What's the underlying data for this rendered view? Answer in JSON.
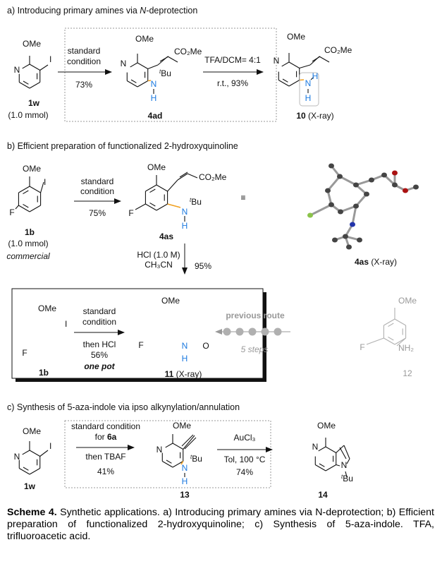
{
  "sections": {
    "a": {
      "title": "a) Introducing primary amines via N-deprotection",
      "title_plain": "a) Introducing primary amines via ",
      "title_italic": "N",
      "title_rest": "-deprotection",
      "sm_label": "1w",
      "sm_amount": "(1.0 mmol)",
      "step1": {
        "line1": "standard",
        "line2": "condition",
        "yield": "73%"
      },
      "int_label": "4ad",
      "step2": {
        "top": "TFA/DCM= 4:1",
        "bottom": "r.t., 93%"
      },
      "product_label": "10",
      "product_note": "(X-ray)"
    },
    "b": {
      "title": "b) Efficient preparation of functionalized 2-hydroxyquinoline",
      "sm_label": "1b",
      "sm_amount": "(1.0 mmol)",
      "sm_note": "commercial",
      "step1": {
        "line1": "standard",
        "line2": "condition",
        "yield": "75%"
      },
      "int_label": "4as",
      "equiv": "≡",
      "xray_label": "4as (X-ray)",
      "step2": {
        "line1": "HCl (1.0 M)",
        "line2": "CH₃CN",
        "yield": "95%"
      },
      "box": {
        "sm_label": "1b",
        "line1": "standard",
        "line2": "condition",
        "line3": "then HCl",
        "yield": "56%",
        "note": "one pot",
        "product_label": "11",
        "product_note": "(X-ray)"
      },
      "previous": {
        "label": "previous route",
        "steps": "5 steps",
        "sm_label": "12"
      }
    },
    "c": {
      "title": "c) Synthesis of 5-aza-indole via ipso alkynylation/annulation",
      "sm_label": "1w",
      "step1": {
        "line1": "standard condition",
        "line2_plain": "for ",
        "line2_bold": "6a",
        "line3": "then TBAF",
        "yield": "41%"
      },
      "int_label": "13",
      "step2": {
        "top": "AuCl₃",
        "middle": "Tol, 100 °C",
        "yield": "74%"
      },
      "product_label": "14"
    }
  },
  "atoms": {
    "OMe": "OMe",
    "I": "I",
    "N": "N",
    "H": "H",
    "F": "F",
    "O": "O",
    "tBu_sup": "t",
    "tBu": "Bu",
    "CO2Me": "CO₂Me",
    "NH2": "NH₂"
  },
  "caption": {
    "label": "Scheme 4.",
    "text": " Synthetic applications. a) Introducing primary amines via N-deprotection; b) Efficient preparation of functionalized 2-hydroxyquinoline; c) Synthesis of 5-aza-indole. TFA, trifluoroacetic acid."
  },
  "colors": {
    "highlight_bond": "#f0a020",
    "nh_blue": "#1e7be0",
    "grey_route": "#b0b0b0",
    "ring_fill": "#d8d8d8"
  }
}
